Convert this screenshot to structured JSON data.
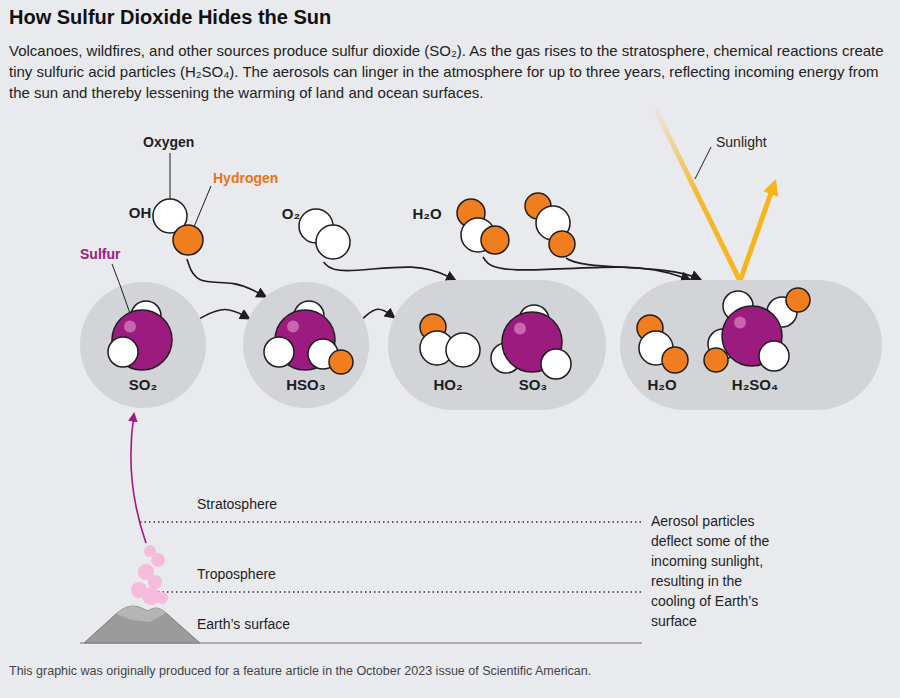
{
  "diagram": {
    "title": "How Sulfur Dioxide Hides the Sun",
    "caption": "Volcanoes, wildfires, and other sources produce sulfur dioxide (SO₂). As the gas rises to the stratosphere, chemical reactions create tiny sulfuric acid particles (H₂SO₄). The aerosols can linger in the atmosphere for up to three years, reflecting incoming energy from the sun and thereby lessening the warming of land and ocean surfaces.",
    "nodes": [
      {
        "text": [
          "OH"
        ]
      },
      {
        "text": [
          "O₂"
        ]
      },
      {
        "text": [
          "H₂O"
        ]
      },
      {
        "text": [
          "SO₂"
        ]
      },
      {
        "text": [
          "HSO₃"
        ]
      },
      {
        "text": [
          "HO₂",
          "SO₃"
        ]
      },
      {
        "text": [
          "H₂O",
          "H₂SO₄"
        ]
      }
    ],
    "edges": [
      {
        "from": 0,
        "to": 4,
        "arrow": "to"
      },
      {
        "from": 1,
        "to": 5,
        "arrow": "to"
      },
      {
        "from": 2,
        "to": 6,
        "arrow": "to"
      },
      {
        "from": 3,
        "to": 4,
        "arrow": "to"
      },
      {
        "from": 4,
        "to": 5,
        "arrow": "to"
      }
    ],
    "labels": [
      "Oxygen",
      "Hydrogen",
      "Sulfur",
      "Sunlight",
      "Stratosphere",
      "Troposphere",
      "Earth’s surface",
      "Aerosol particles deflect some of the incoming sunlight, resulting in the cooling of Earth’s surface",
      "This graphic was originally produced for a feature article in the October 2023 issue of Scientific American."
    ]
  }
}
